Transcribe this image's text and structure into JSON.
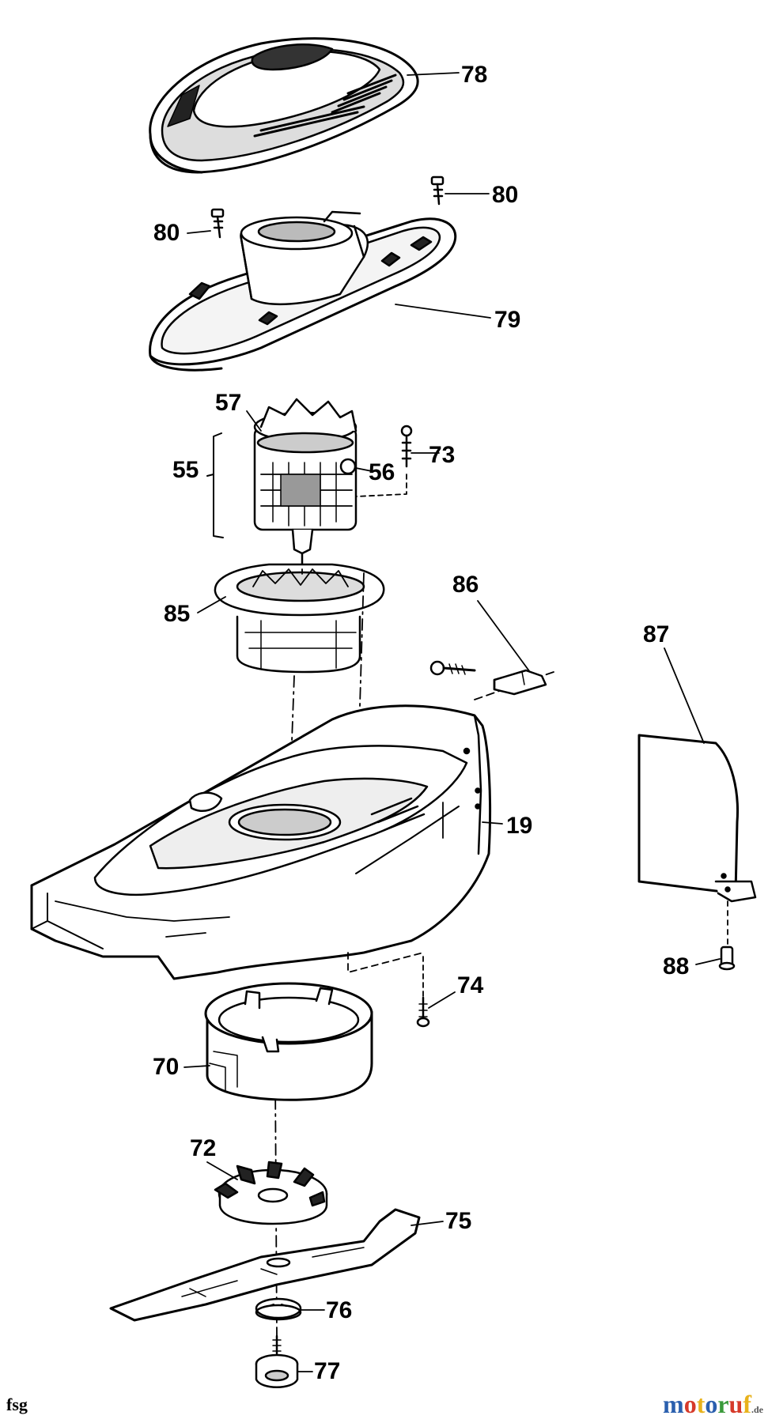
{
  "labels": {
    "p78": "78",
    "p80a": "80",
    "p80b": "80",
    "p79": "79",
    "p57": "57",
    "p55": "55",
    "p56": "56",
    "p73": "73",
    "p85": "85",
    "p86": "86",
    "p87": "87",
    "p19": "19",
    "p88": "88",
    "p74": "74",
    "p70": "70",
    "p72": "72",
    "p75": "75",
    "p76": "76",
    "p77": "77"
  },
  "footer": {
    "code": "fsg",
    "brand": {
      "letters": [
        "m",
        "o",
        "t",
        "o",
        "r",
        "u",
        "f"
      ],
      "tld": ".de",
      "colors": [
        "#2a5fae",
        "#d63a2a",
        "#e8b21c",
        "#2a5fae",
        "#3a9a3a",
        "#d63a2a",
        "#e8b21c"
      ]
    }
  }
}
